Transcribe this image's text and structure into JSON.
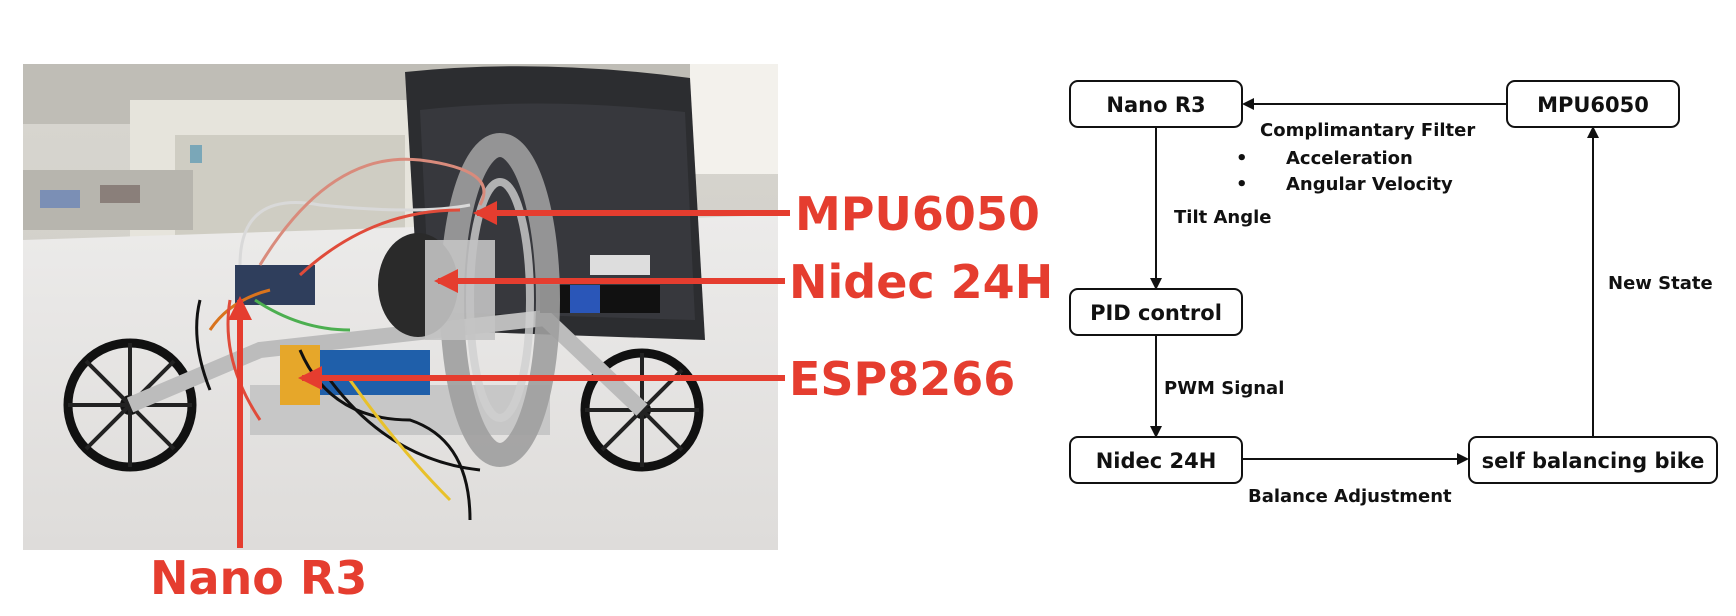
{
  "photo": {
    "callouts": [
      {
        "id": "mpu6050",
        "label": "MPU6050"
      },
      {
        "id": "nidec",
        "label": "Nidec 24H"
      },
      {
        "id": "esp8266",
        "label": "ESP8266"
      },
      {
        "id": "nano",
        "label": "Nano R3"
      }
    ],
    "colors": {
      "callout": "#e53d2f"
    }
  },
  "diagram": {
    "nodes": {
      "nano_r3": "Nano R3",
      "mpu6050": "MPU6050",
      "pid_control": "PID control",
      "nidec_24h": "Nidec 24H",
      "bike": "self balancing bike"
    },
    "edges": {
      "filter_title": "Complimantary Filter",
      "filter_items": [
        "Acceleration",
        "Angular Velocity"
      ],
      "tilt_angle": "Tilt Angle",
      "pwm_signal": "PWM Signal",
      "balance_adjustment": "Balance Adjustment",
      "new_state": "New State"
    }
  }
}
